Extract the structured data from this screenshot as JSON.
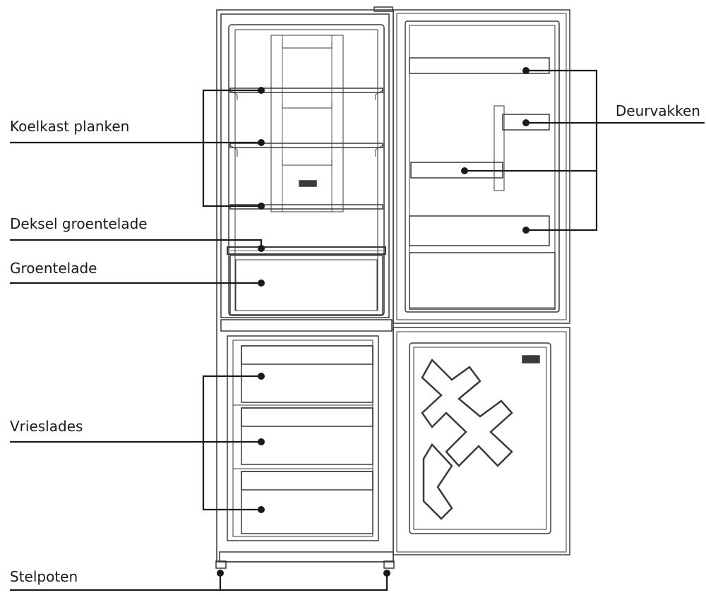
{
  "labels": {
    "fridge_shelves": "Koelkast planken",
    "crisper_cover": "Deksel groentelade",
    "crisper_drawer": "Groentelade",
    "freezer_drawers": "Vrieslades",
    "adjustable_feet": "Stelpoten",
    "door_shelves": "Deurvakken"
  },
  "colors": {
    "line": "#1a1a1a",
    "outline": "#3a3a3a",
    "background": "#ffffff"
  }
}
